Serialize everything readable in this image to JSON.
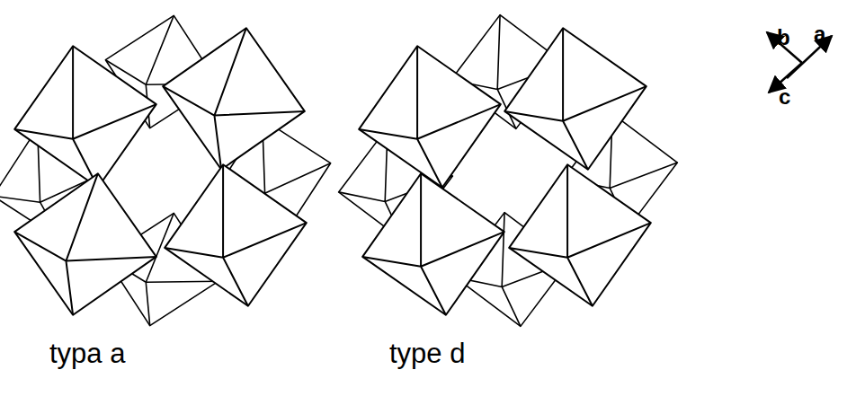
{
  "diagram": {
    "labels": [
      "typa a",
      "type d",
      "b",
      "a",
      "c"
    ]
  }
}
